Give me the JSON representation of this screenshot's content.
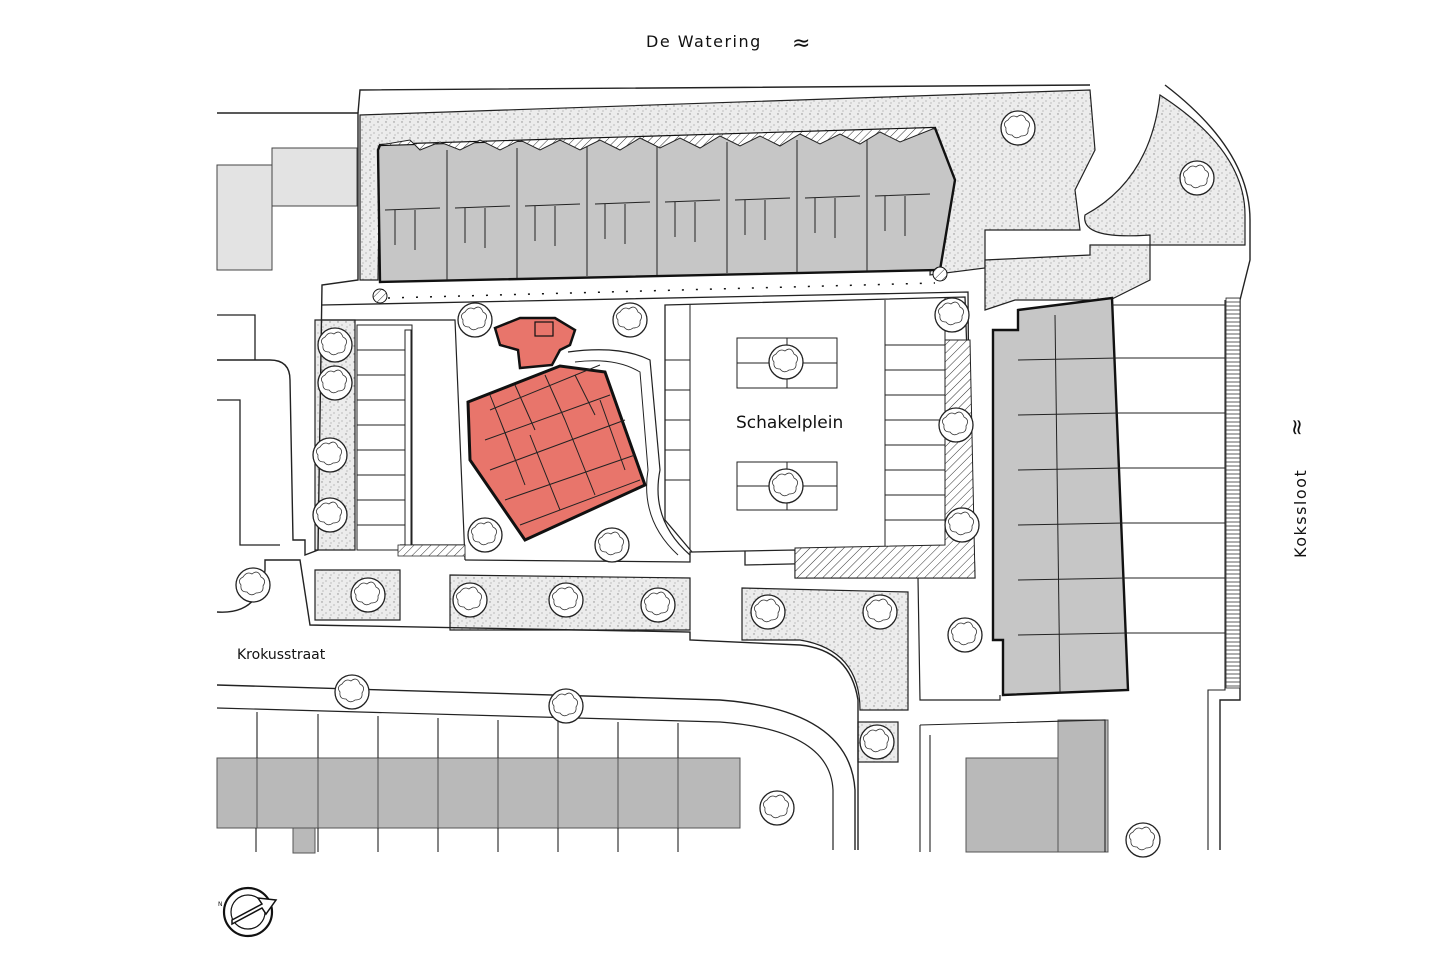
{
  "labels": {
    "water_north": "De Watering",
    "water_east": "Kokssloot",
    "square": "Schakelplein",
    "street": "Krokusstraat",
    "water_symbol": "≈"
  },
  "colors": {
    "highlight_building": "#e8756b",
    "existing_building": "#b9b9b9",
    "new_housing": "#c6c6c6",
    "green_area": "#e6e6e6",
    "outline": "#111111"
  },
  "icons": [
    "north-arrow-icon",
    "water-wave-icon",
    "tree-icon"
  ]
}
